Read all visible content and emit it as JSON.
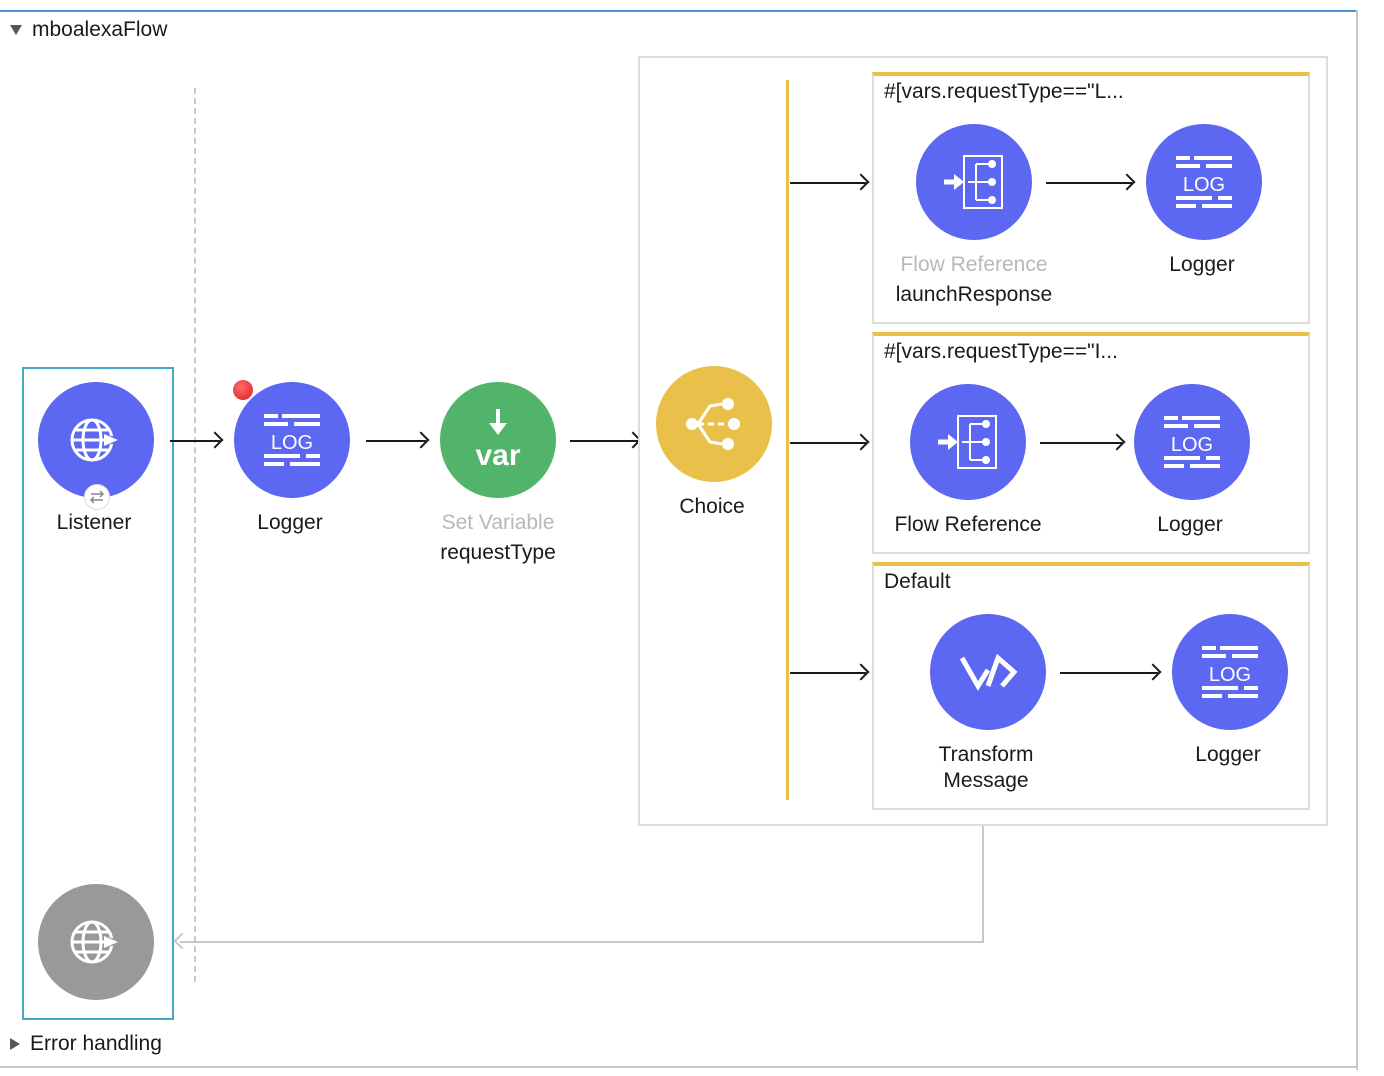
{
  "flow": {
    "name": "mboalexaFlow",
    "error_handling": "Error handling"
  },
  "components": {
    "listener": {
      "label": "Listener",
      "icon": "globe-arrow-icon"
    },
    "logger1": {
      "label": "Logger",
      "icon": "log-icon"
    },
    "set_variable": {
      "label": "Set Variable",
      "sublabel": "requestType",
      "icon": "var-icon"
    },
    "choice": {
      "label": "Choice",
      "icon": "choice-icon"
    },
    "response": {
      "icon": "globe-arrow-icon"
    }
  },
  "routes": [
    {
      "condition": "#[vars.requestType==\"L...",
      "first": {
        "label": "Flow Reference",
        "sublabel": "launchResponse"
      },
      "second": {
        "label": "Logger"
      }
    },
    {
      "condition": "#[vars.requestType==\"I...",
      "first": {
        "label": "Flow Reference"
      },
      "second": {
        "label": "Logger"
      }
    },
    {
      "condition": "Default",
      "first": {
        "label_line1": "Transform",
        "label_line2": "Message"
      },
      "second": {
        "label": "Logger"
      }
    }
  ],
  "colors": {
    "component_blue": "#5c67f2",
    "set_variable_green": "#52b36b",
    "choice_gold": "#e9c04a",
    "source_selected_border": "#45a6c8",
    "disabled_grey": "#999999"
  }
}
